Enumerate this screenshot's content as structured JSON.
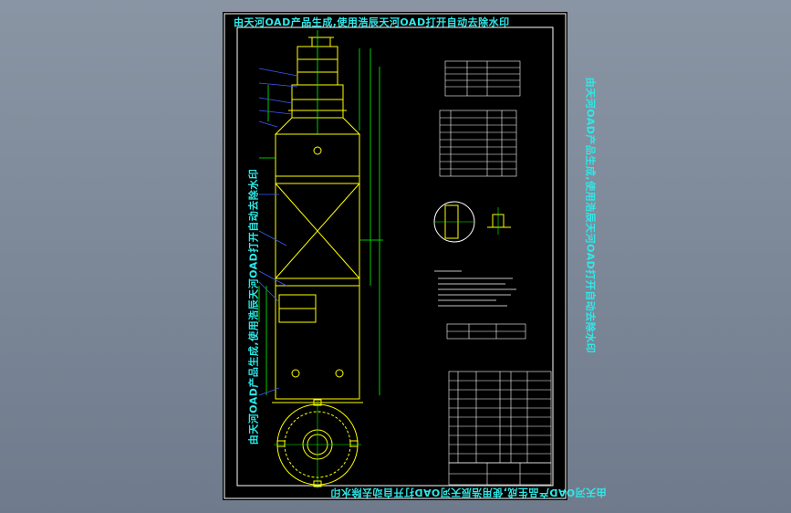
{
  "watermark": {
    "text": "由天河OAD产品生成,使用浩辰天河OAD打开自动去除水印"
  },
  "colors": {
    "background": "#7b8696",
    "sheet": "#000000",
    "frame": "#ffffff",
    "equipment": "#ffff00",
    "accent": "#00ff00",
    "leader": "#3d5cff",
    "watermark": "#2fe8e8"
  },
  "icons": {
    "view": "vessel-elevation-drawing",
    "plan": "vessel-plan-view",
    "detail": "detail-circle"
  }
}
